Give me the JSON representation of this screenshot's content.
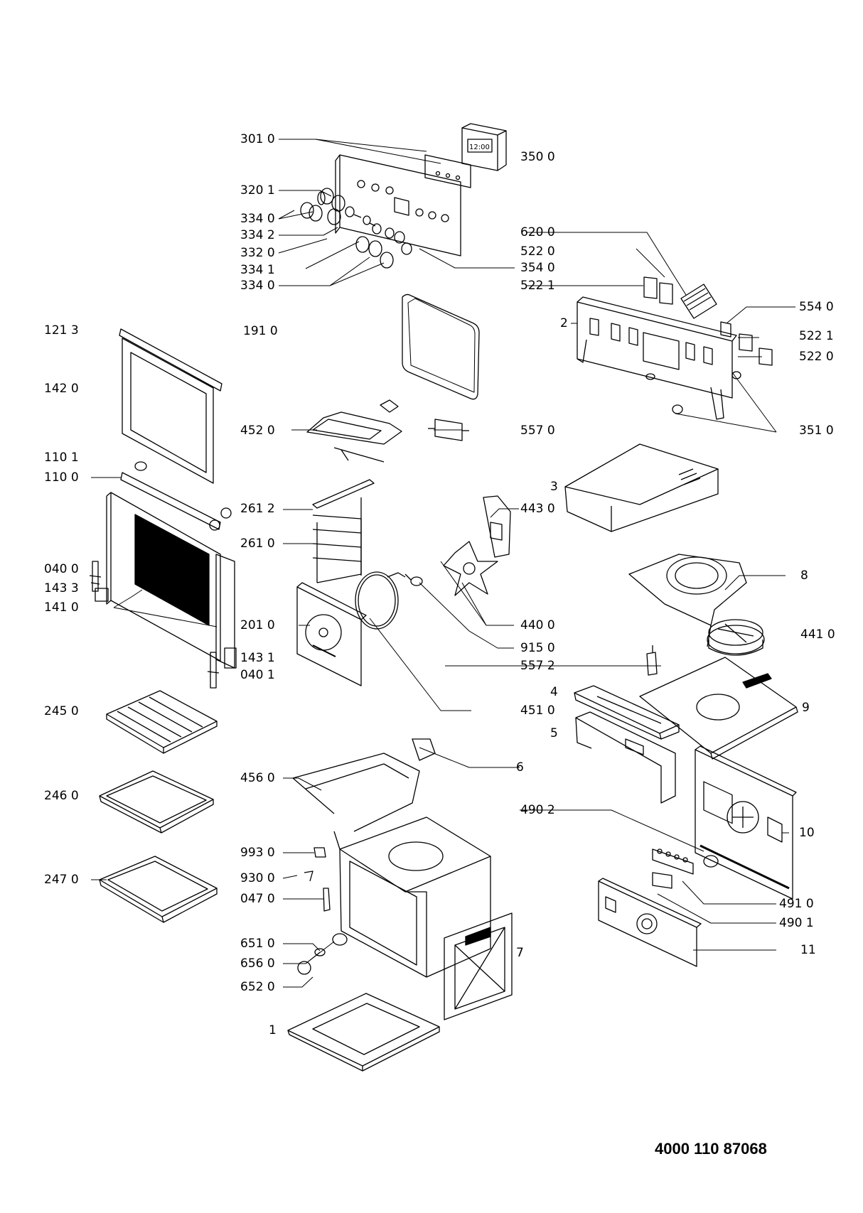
{
  "labels": [
    {
      "id": "l3010",
      "text": "301 0"
    },
    {
      "id": "l3500",
      "text": "350 0"
    },
    {
      "id": "l3201",
      "text": "320 1"
    },
    {
      "id": "l3340a",
      "text": "334 0"
    },
    {
      "id": "l3342",
      "text": "334 2"
    },
    {
      "id": "l3320",
      "text": "332 0"
    },
    {
      "id": "l3341",
      "text": "334 1"
    },
    {
      "id": "l3340b",
      "text": "334 0"
    },
    {
      "id": "l6200",
      "text": "620 0"
    },
    {
      "id": "l5220a",
      "text": "522 0"
    },
    {
      "id": "l3540",
      "text": "354 0"
    },
    {
      "id": "l5221a",
      "text": "522 1"
    },
    {
      "id": "l1213",
      "text": "121 3"
    },
    {
      "id": "l1910",
      "text": "191 0"
    },
    {
      "id": "l5540",
      "text": "554 0"
    },
    {
      "id": "l2",
      "text": "2"
    },
    {
      "id": "l5221b",
      "text": "522 1"
    },
    {
      "id": "l5220b",
      "text": "522 0"
    },
    {
      "id": "l1420",
      "text": "142 0"
    },
    {
      "id": "l4520",
      "text": "452 0"
    },
    {
      "id": "l5570",
      "text": "557 0"
    },
    {
      "id": "l3510",
      "text": "351 0"
    },
    {
      "id": "l1101",
      "text": "110 1"
    },
    {
      "id": "l1100",
      "text": "110 0"
    },
    {
      "id": "l3",
      "text": "3"
    },
    {
      "id": "l2612",
      "text": "261 2"
    },
    {
      "id": "l4430",
      "text": "443 0"
    },
    {
      "id": "l2610",
      "text": "261 0"
    },
    {
      "id": "l0400",
      "text": "040 0"
    },
    {
      "id": "l1433",
      "text": "143 3"
    },
    {
      "id": "l8",
      "text": "8"
    },
    {
      "id": "l1410",
      "text": "141 0"
    },
    {
      "id": "l2010",
      "text": "201 0"
    },
    {
      "id": "l4400",
      "text": "440 0"
    },
    {
      "id": "l4410",
      "text": "441 0"
    },
    {
      "id": "l9150",
      "text": "915 0"
    },
    {
      "id": "l1431",
      "text": "143 1"
    },
    {
      "id": "l0401",
      "text": "040 1"
    },
    {
      "id": "l5572",
      "text": "557 2"
    },
    {
      "id": "l4",
      "text": "4"
    },
    {
      "id": "l2450",
      "text": "245 0"
    },
    {
      "id": "l4510",
      "text": "451 0"
    },
    {
      "id": "l9",
      "text": "9"
    },
    {
      "id": "l5",
      "text": "5"
    },
    {
      "id": "l6",
      "text": "6"
    },
    {
      "id": "l4560",
      "text": "456 0"
    },
    {
      "id": "l2460",
      "text": "246 0"
    },
    {
      "id": "l4902",
      "text": "490 2"
    },
    {
      "id": "l10",
      "text": "10"
    },
    {
      "id": "l9930",
      "text": "993 0"
    },
    {
      "id": "l2470",
      "text": "247 0"
    },
    {
      "id": "l9300",
      "text": "930 0"
    },
    {
      "id": "l4910",
      "text": "491 0"
    },
    {
      "id": "l0470",
      "text": "047 0"
    },
    {
      "id": "l4901",
      "text": "490 1"
    },
    {
      "id": "l6510",
      "text": "651 0"
    },
    {
      "id": "l7",
      "text": "7"
    },
    {
      "id": "l11",
      "text": "11"
    },
    {
      "id": "l6560",
      "text": "656 0"
    },
    {
      "id": "l6520",
      "text": "652 0"
    },
    {
      "id": "l1",
      "text": "1"
    }
  ],
  "footer": {
    "code": "4000 110 87068"
  },
  "parts": {
    "display_module_text": "12:00"
  },
  "colors": {
    "line": "#000000",
    "background": "#ffffff",
    "panel_fill": "#000000"
  }
}
